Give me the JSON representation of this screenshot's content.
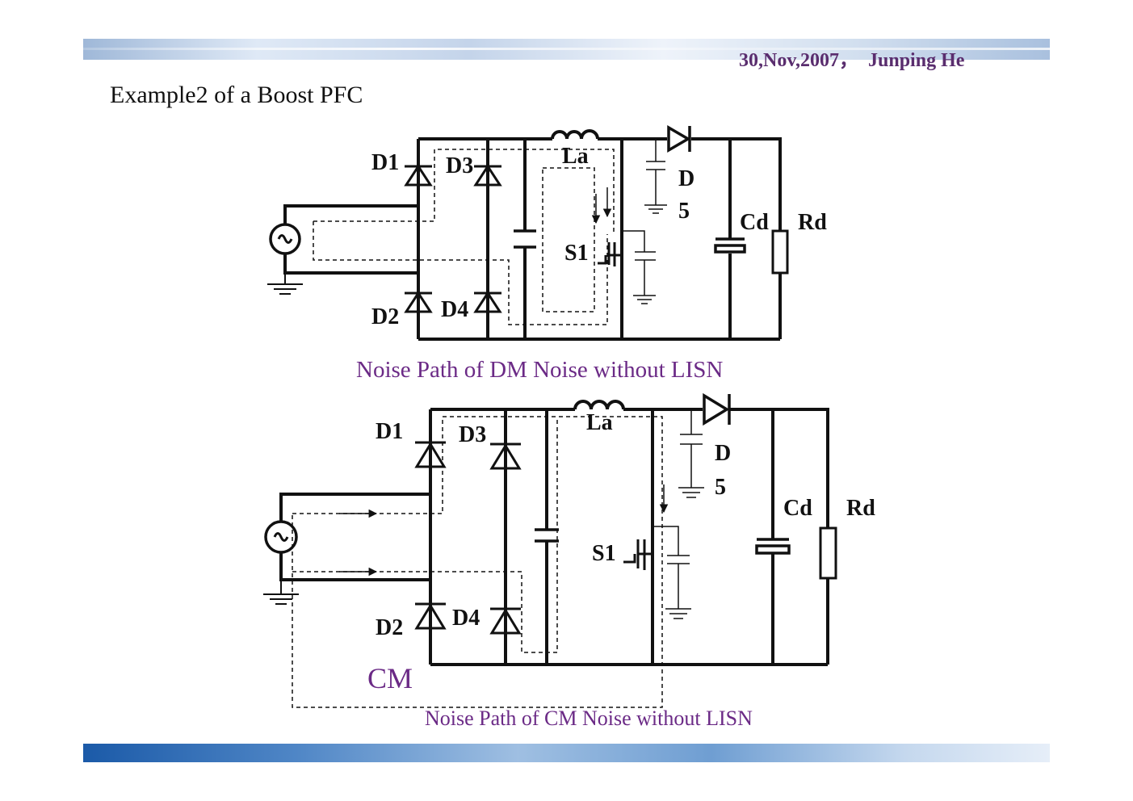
{
  "header": {
    "date_author": "30,Nov,2007，  Junping He"
  },
  "slide": {
    "title": "Example2 of a Boost PFC"
  },
  "dm_circuit": {
    "labels": {
      "d1": "D1",
      "d2": "D2",
      "d3": "D3",
      "d4": "D4",
      "la": "La",
      "d5_top": "D",
      "d5_bottom": "5",
      "cd": "Cd",
      "rd": "Rd",
      "s1": "S1"
    },
    "caption": "Noise Path of DM Noise without LISN"
  },
  "cm_circuit": {
    "labels": {
      "d1": "D1",
      "d2": "D2",
      "d3": "D3",
      "d4": "D4",
      "la": "La",
      "d5_top": "D",
      "d5_bottom": "5",
      "cd": "Cd",
      "rd": "Rd",
      "s1": "S1"
    },
    "cm_label": "CM",
    "caption": "Noise Path of CM Noise without LISN"
  },
  "colors": {
    "caption": "#6b2a86",
    "header": "#5a2d6e",
    "wire": "#111111"
  }
}
